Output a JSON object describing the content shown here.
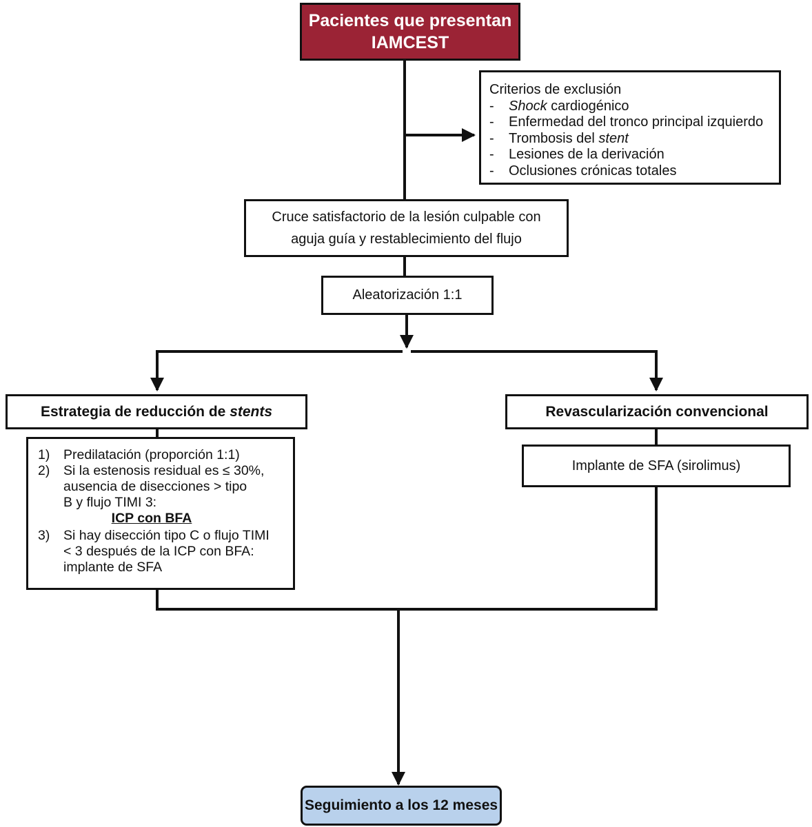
{
  "start": {
    "line1": "Pacientes que presentan",
    "line2": "IAMCEST"
  },
  "exclusion": {
    "title": "Criterios de exclusión",
    "items": [
      {
        "dash": "-",
        "emph": "Shock",
        "text": " cardiogénico"
      },
      {
        "dash": "-",
        "emph": "",
        "text": "Enfermedad del tronco principal izquierdo"
      },
      {
        "dash": "-",
        "emph": "",
        "text": "Trombosis del ",
        "emph_after": "stent"
      },
      {
        "dash": "-",
        "emph": "",
        "text": "Lesiones de la derivación"
      },
      {
        "dash": "-",
        "emph": "",
        "text": "Oclusiones crónicas totales"
      }
    ]
  },
  "crossing": {
    "line1": "Cruce satisfactorio de la lesión culpable con",
    "line2": "aguja guía y restablecimiento del flujo"
  },
  "randomization": {
    "label": "Aleatorización 1:1"
  },
  "left_branch": {
    "label_start": "Estrategia de reducción de ",
    "label_emph": "stents"
  },
  "right_branch": {
    "label": "Revascularización convencional"
  },
  "left_steps": {
    "step1_num": "1)",
    "step1": "Predilatación (proporción 1:1)",
    "step2_num": "2)",
    "step2_l1": "Si la estenosis residual es ≤ 30%,",
    "step2_l2": "ausencia de disecciones > tipo",
    "step2_l3": "B y flujo TIMI 3:",
    "step2_result": "ICP con BFA",
    "step3_num": "3)",
    "step3_l1": "Si hay disección tipo C o flujo TIMI",
    "step3_l2": "< 3 después de la ICP con BFA:",
    "step3_l3": "implante de SFA"
  },
  "right_step": {
    "label": "Implante de SFA (sirolimus)"
  },
  "end": {
    "label": "Seguimiento a los 12 meses"
  },
  "colors": {
    "start_fill": "#9b2335",
    "end_fill": "#b9d1ec",
    "line": "#111111"
  }
}
